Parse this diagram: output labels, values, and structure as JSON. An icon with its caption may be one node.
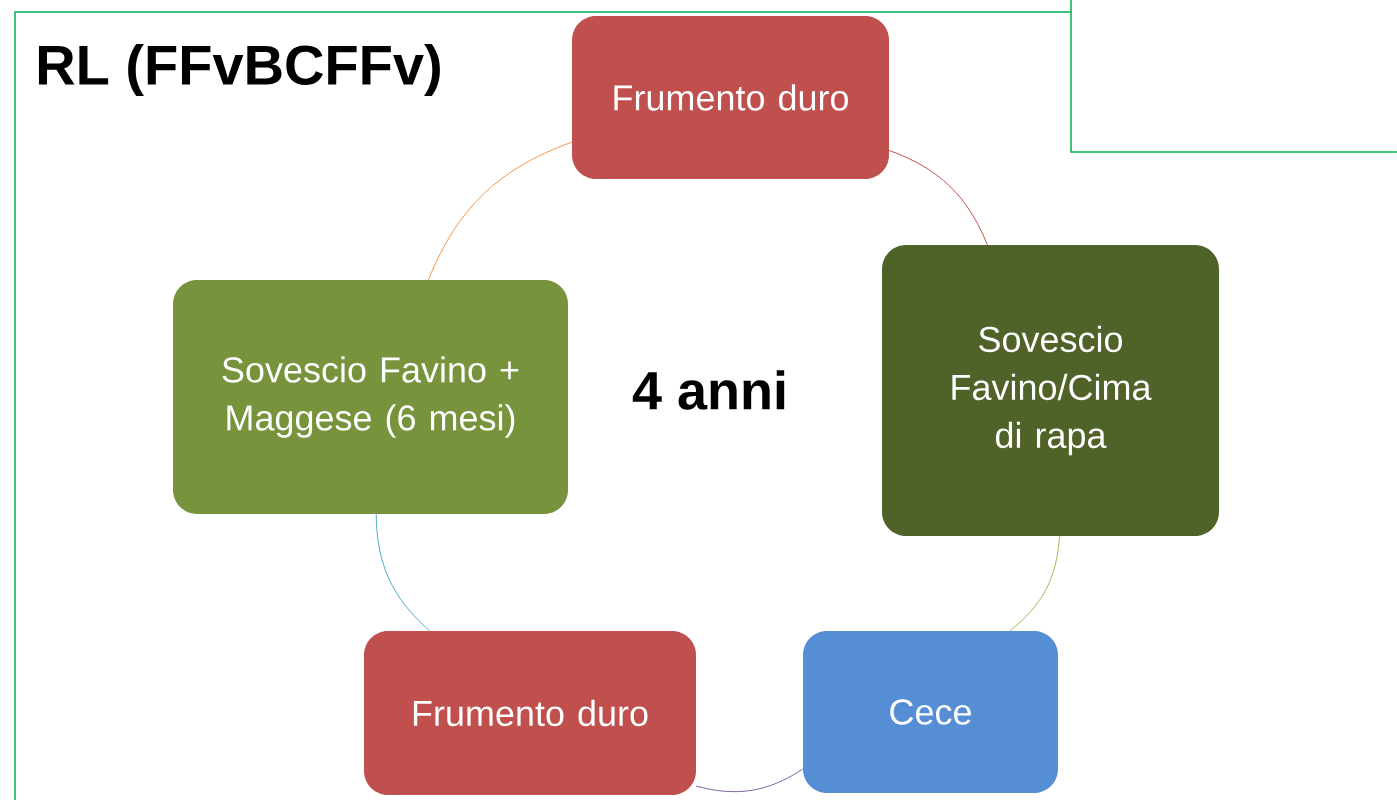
{
  "diagram": {
    "title": "RL (FFvBCFFv)",
    "nodes": [
      {
        "text": [
          "Frumento duro"
        ]
      },
      {
        "text": [
          "Sovescio Favino/Cima di rapa"
        ]
      },
      {
        "text": [
          "Cece"
        ]
      },
      {
        "text": [
          "Frumento duro"
        ]
      },
      {
        "text": [
          "Sovescio Favino + Maggese (6 mesi)"
        ]
      }
    ],
    "edges": [
      {
        "from": 0,
        "to": 1,
        "arrow": "none",
        "color": "#c0504d"
      },
      {
        "from": 1,
        "to": 2,
        "arrow": "none",
        "color": "#9bbb59"
      },
      {
        "from": 2,
        "to": 3,
        "arrow": "none",
        "color": "#8064a2"
      },
      {
        "from": 3,
        "to": 4,
        "arrow": "none",
        "color": "#4bacc6"
      },
      {
        "from": 4,
        "to": 0,
        "arrow": "none",
        "color": "#f79646"
      }
    ],
    "labels": [
      "4 anni"
    ]
  }
}
